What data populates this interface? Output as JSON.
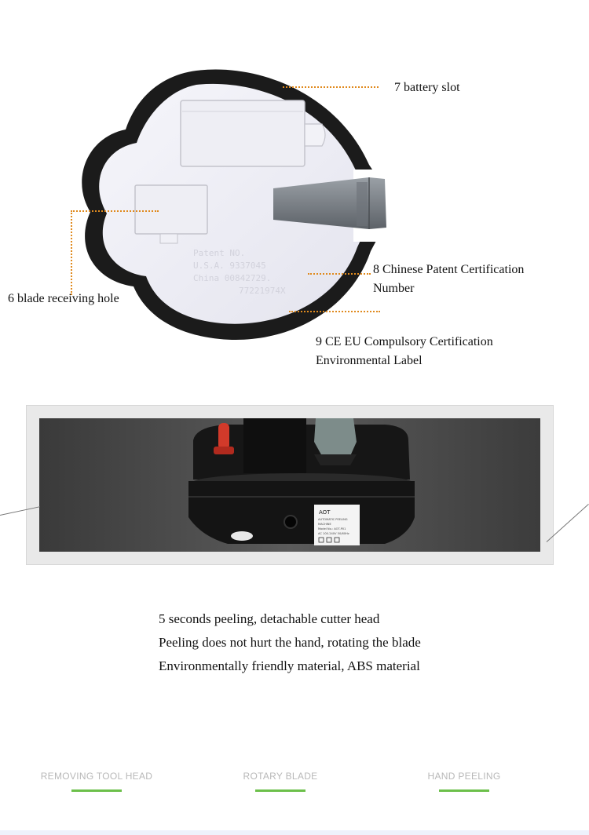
{
  "callouts": {
    "battery_slot": "7 battery slot",
    "blade_hole": "6 blade receiving hole",
    "patent_line1": "8 Chinese Patent Certification",
    "patent_line2": "Number",
    "ce_line1": "9 CE EU Compulsory Certification",
    "ce_line2": "Environmental Label"
  },
  "device_embossing": [
    "Patent NO.",
    "U.S.A. 9337045",
    "China 00842729.",
    "77221974X"
  ],
  "product_label": {
    "brand": "AOT",
    "lines": [
      "AUTOMATIC PEELING",
      "MACHINE",
      "Model No.: AOT-P01",
      "AC 100-240V 50/60Hz"
    ]
  },
  "features": [
    "5 seconds peeling, detachable cutter head",
    "Peeling does not hurt the hand, rotating the blade",
    "Environmentally friendly material, ABS material"
  ],
  "tabs": [
    "REMOVING TOOL HEAD",
    "ROTARY BLADE",
    "HAND PEELING"
  ],
  "colors": {
    "callout_line": "#e08a1e",
    "tab_underline": "#6cc04a",
    "device_body": "#1b1b1b"
  }
}
